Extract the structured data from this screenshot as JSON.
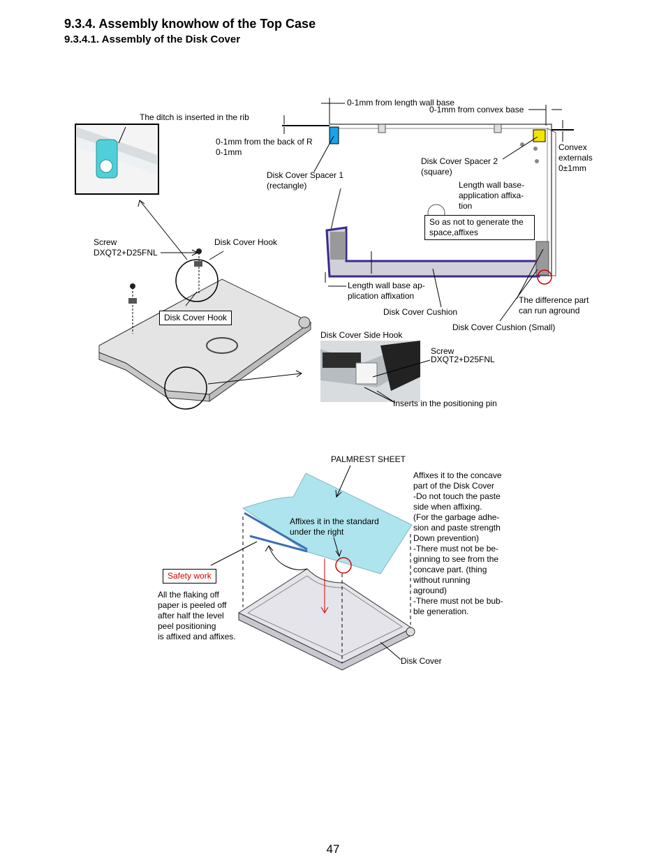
{
  "header": {
    "title": "9.3.4. Assembly knowhow of the Top Case",
    "subtitle": "9.3.4.1. Assembly of the Disk Cover"
  },
  "figure1": {
    "ditch_label": "The ditch is inserted in the rib",
    "len_wall_base": "0-1mm from length wall base",
    "convex_base": "0-1mm from convex base",
    "back_of_r_1": "0-1mm from the back of R",
    "back_of_r_2": "0-1mm",
    "spacer1_1": "Disk Cover Spacer 1",
    "spacer1_2": "(rectangle)",
    "spacer2_1": "Disk Cover Spacer 2",
    "spacer2_2": "(square)",
    "convex_ext_1": "Convex",
    "convex_ext_2": "externals",
    "convex_ext_3": "0±1mm",
    "lwb_app_1": "Length wall base-",
    "lwb_app_2": "application affixa-",
    "lwb_app_3": "tion",
    "space_box_1": "So as not to generate the",
    "space_box_2": "space,affixes",
    "screw_1": "Screw",
    "screw_2": "DXQT2+D25FNL",
    "hook_top": "Disk Cover Hook",
    "hook_box": "Disk Cover Hook",
    "lwb_aff_1": "Length wall base ap-",
    "lwb_aff_2": "plication affixation",
    "cushion": "Disk Cover Cushion",
    "diff_1": "The difference part",
    "diff_2": "can run aground",
    "cushion_small": "Disk Cover Cushion (Small)",
    "side_hook": "Disk Cover Side Hook",
    "screw2_1": "Screw",
    "screw2_2": "DXQT2+D25FNL",
    "pos_pin": "Inserts in the positioning pin"
  },
  "figure2": {
    "sheet": "PALMREST SHEET",
    "standard_1": "Affixes it in the standard",
    "standard_2": "under the right",
    "concave": [
      "Affixes it to the concave",
      "part of the Disk Cover",
      "-Do not touch the paste",
      "side when affixing.",
      "(For the garbage adhe-",
      "sion and paste strength",
      "Down prevention)",
      "-There must not be be-",
      "ginning to see from the",
      "concave part. (thing",
      "without running",
      "aground)",
      "-There must not be bub-",
      "ble generation."
    ],
    "safety": "Safety work",
    "flaking": [
      "All the flaking off",
      "paper is peeled off",
      "after half the level",
      "peel positioning",
      "is affixed and affixes."
    ],
    "disk_cover": "Disk Cover"
  },
  "page_number": "47",
  "colors": {
    "spacer1": "#1aa3e8",
    "spacer2": "#f2e600",
    "cushion": "#3b2a8c",
    "sheet": "#aee4ee",
    "red_mark": "#d40000"
  }
}
